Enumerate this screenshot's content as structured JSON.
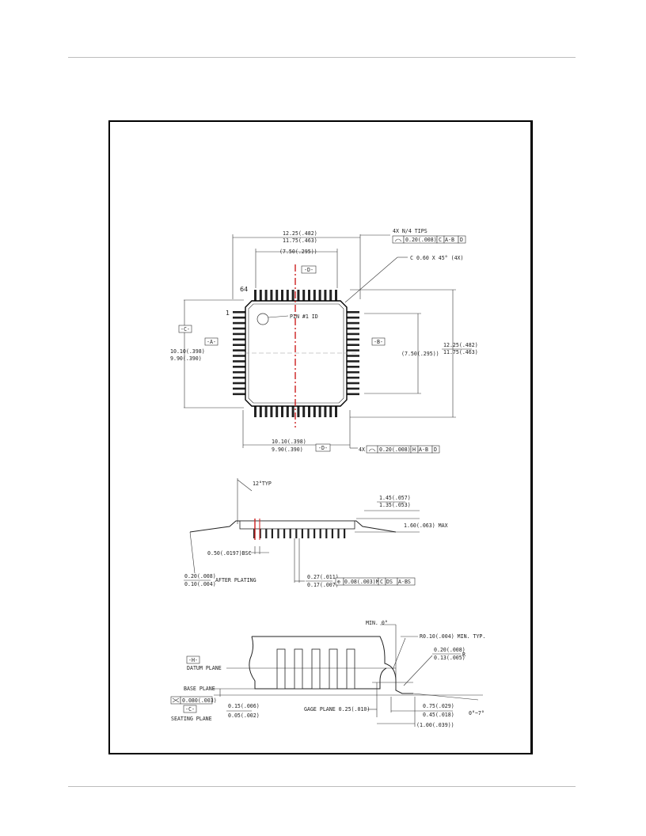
{
  "page": {
    "top_rule": true,
    "bottom_rule": true
  },
  "top_view": {
    "pin_count_label": "64",
    "pin1_label": "1",
    "pin1_id": "PIN #1 ID",
    "dim_outer_width": [
      "12.25(.482)",
      "11.75(.463)"
    ],
    "dim_pin_span": "(7.50(.295))",
    "datum_d": "-D-",
    "datum_a": "-A-",
    "datum_b": "-B-",
    "datum_c": "-C-",
    "tips_note": "4X  N/4 TIPS",
    "tips_tol": [
      "0.20(.008)",
      "C",
      "A-B",
      "D"
    ],
    "chamfer_note": "C 0.60 X 45° (4X)",
    "dim_left_body": [
      "10.10(.398)",
      "9.90(.390)"
    ],
    "dim_right_pin_span": "(7.50(.295))",
    "dim_right_outer": [
      "12.25(.482)",
      "11.75(.463)"
    ],
    "dim_bottom_body": [
      "10.10(.398)",
      "9.90(.390)"
    ],
    "bottom_tol_prefix": "4X",
    "bottom_tol": [
      "0.20(.008)",
      "H",
      "A-B",
      "D"
    ]
  },
  "side_view": {
    "angle_typ": "12°TYP",
    "dim_body_height": [
      "1.45(.057)",
      "1.35(.053)"
    ],
    "dim_max": "1.60(.063) MAX",
    "pitch": "0.50(.0197)BSC",
    "lead_thickness": [
      "0.20(.008)",
      "0.10(.004)"
    ],
    "after_plating": "AFTER PLATING",
    "lead_width": [
      "0.27(.011)",
      "0.17(.007)"
    ],
    "lead_tol": [
      "0.08(.003)M",
      "C",
      "DS",
      "A-BS"
    ]
  },
  "detail_view": {
    "min_angle": "MIN. 0°",
    "radius_note": "R0.10(.004) MIN. TYP.",
    "radius2": [
      "0.20(.008)",
      "0.13(.005)"
    ],
    "radius2_suffix": "R",
    "datum_h": "-H-",
    "datum_plane": "DATUM PLANE",
    "base_plane": "BASE PLANE",
    "coplanarity": "0.080(.003)",
    "datum_c": "-C-",
    "seating_plane": "SEATING PLANE",
    "standoff": [
      "0.15(.006)",
      "0.05(.002)"
    ],
    "gage_plane": "GAGE PLANE 0.25(.010)",
    "foot_length": [
      "0.75(.029)",
      "0.45(.018)"
    ],
    "foot_angle": "0°~7°",
    "foot_total": "(1.00(.039))"
  }
}
